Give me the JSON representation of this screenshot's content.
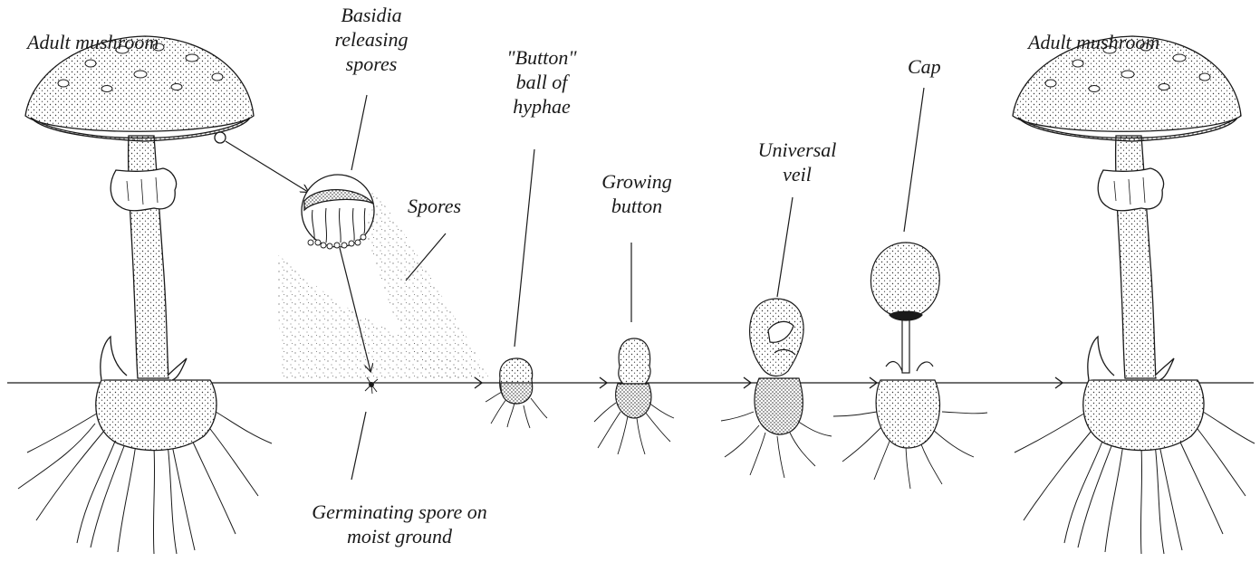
{
  "labels": {
    "adult_left": "Adult mushroom",
    "basidia": [
      "Basidia",
      "releasing",
      "spores"
    ],
    "spores": "Spores",
    "button": [
      "\"Button\"",
      "ball of",
      "hyphae"
    ],
    "growing": [
      "Growing",
      "button"
    ],
    "veil": [
      "Universal",
      "veil"
    ],
    "cap": "Cap",
    "adult_right": "Adult mushroom",
    "germinating": [
      "Germinating spore on",
      "moist ground"
    ]
  },
  "colors": {
    "ink": "#1a1a1a",
    "background": "#ffffff"
  }
}
